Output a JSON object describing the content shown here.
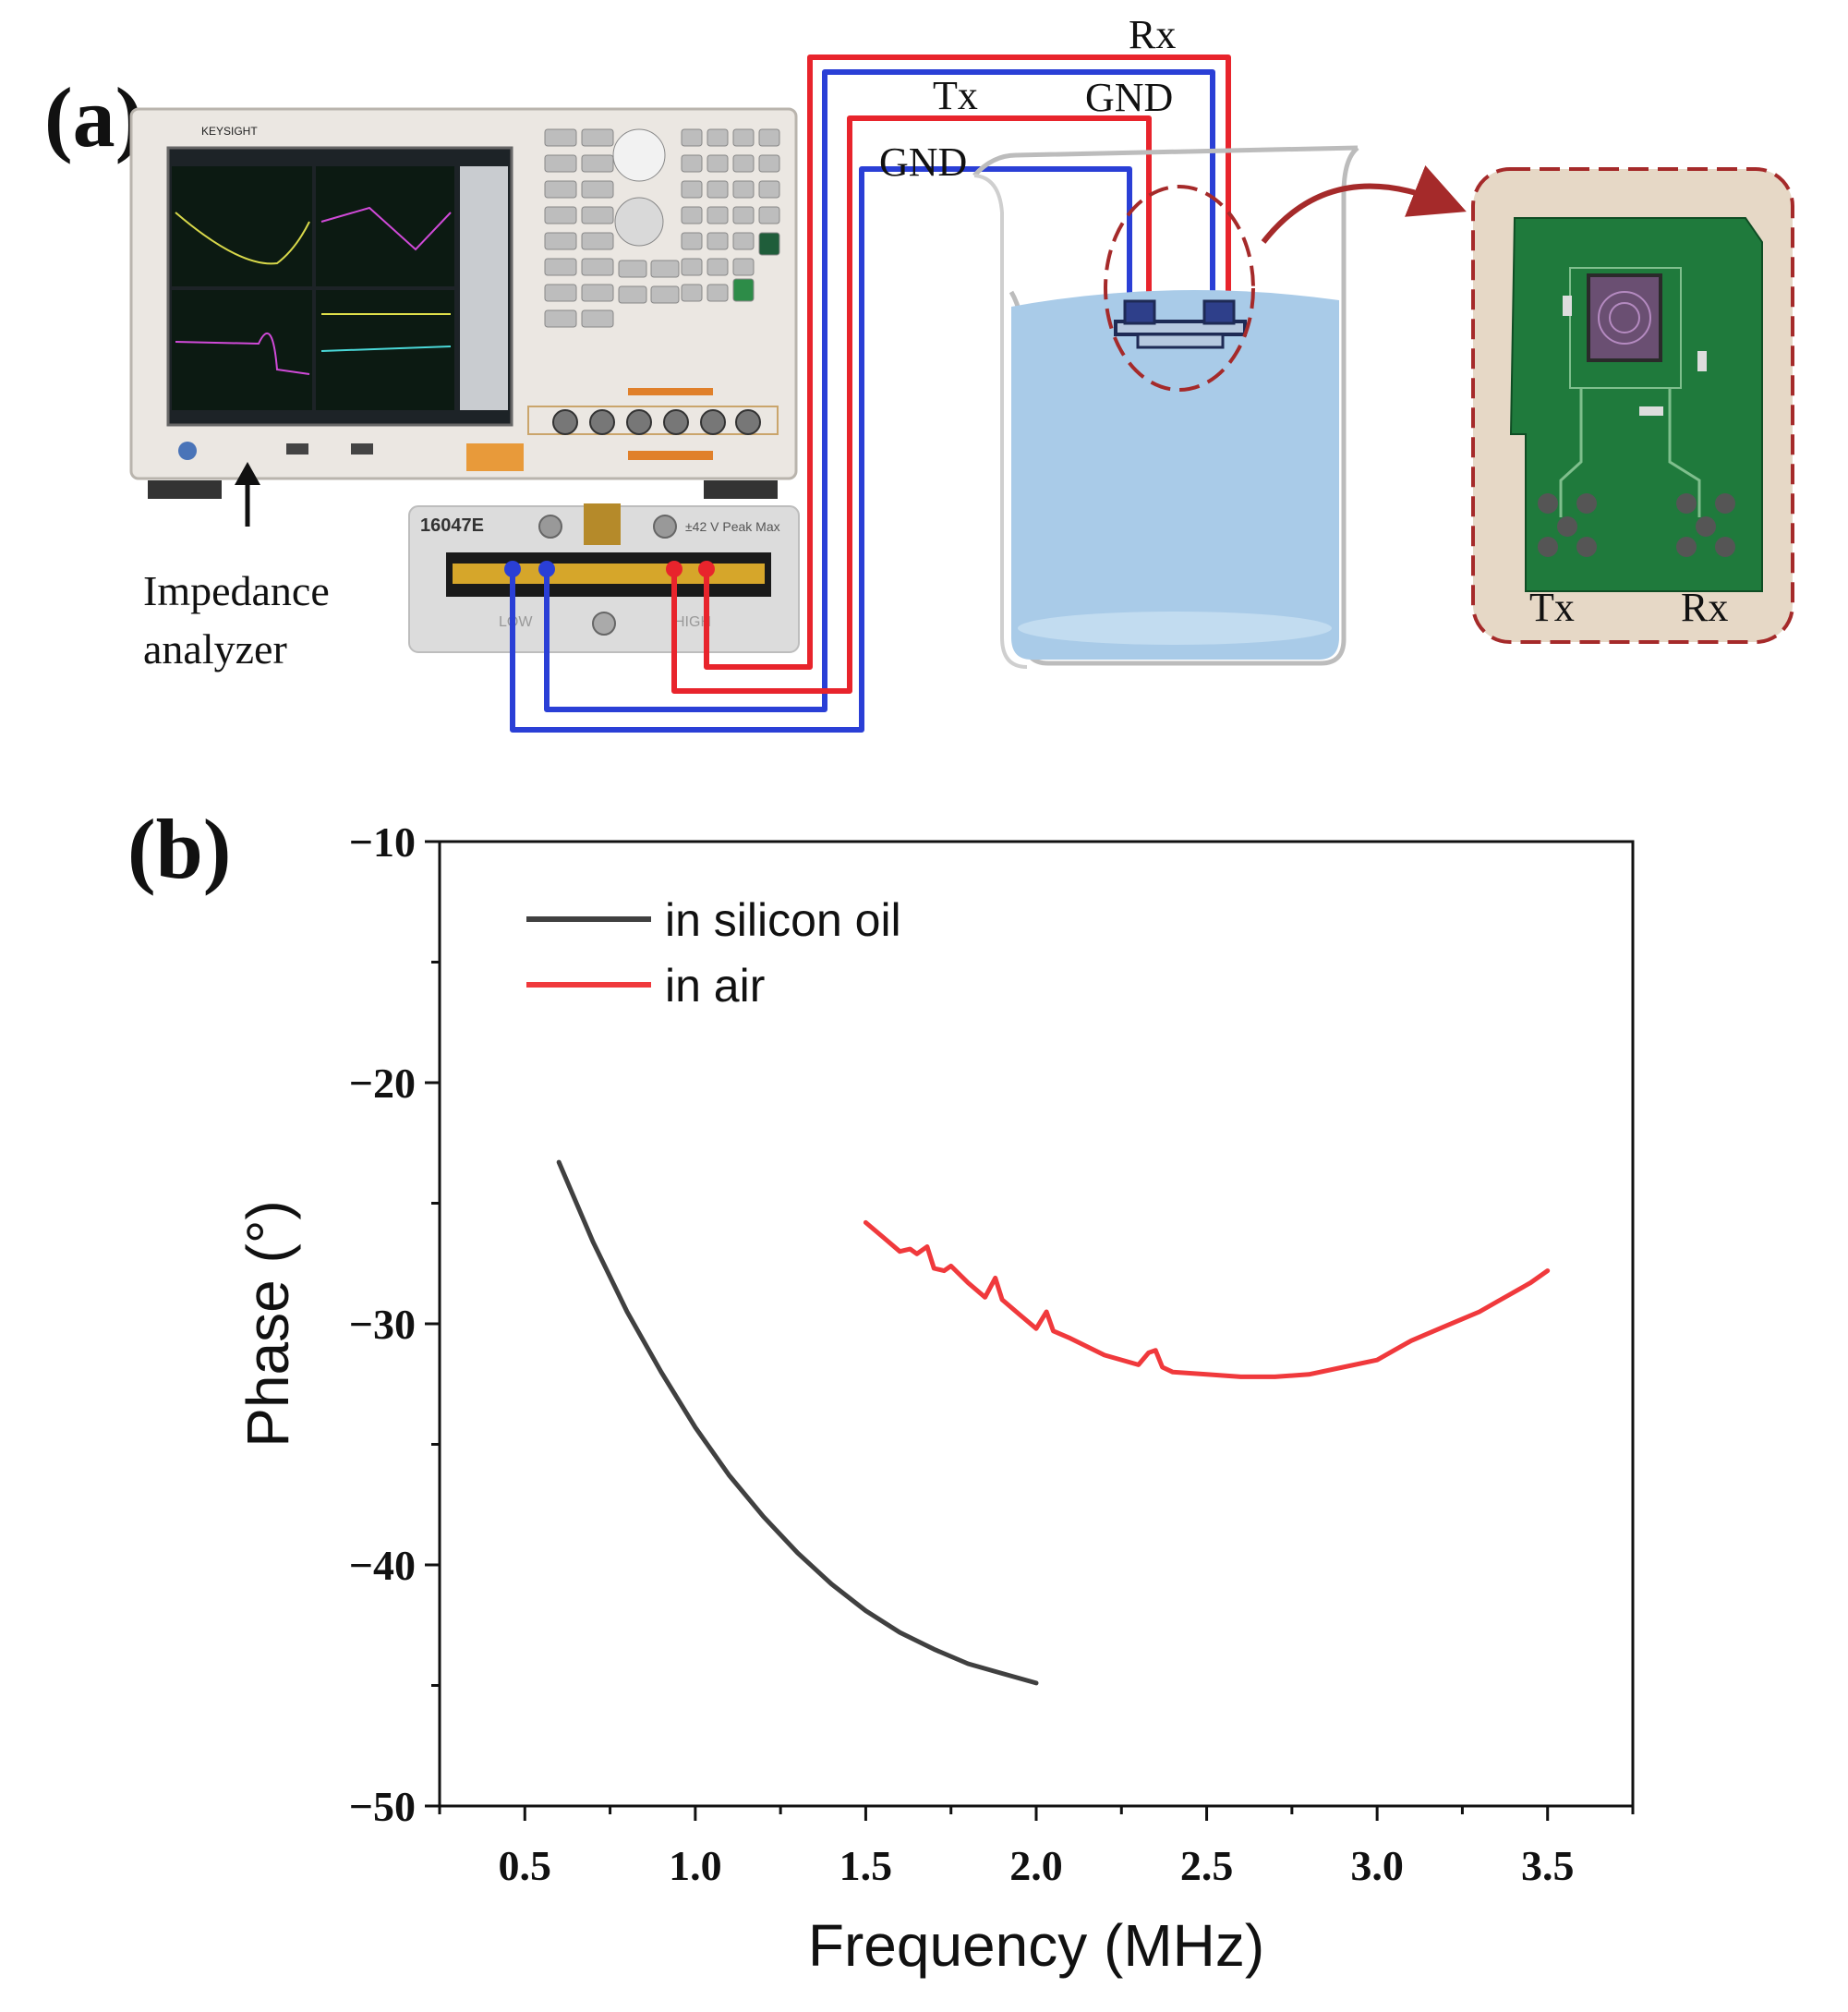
{
  "panel_a": {
    "label": "(a)",
    "analyzer_label_line1": "Impedance",
    "analyzer_label_line2": "analyzer",
    "analyzer_brand": "KEYSIGHT",
    "fixture_model": "16047E",
    "fixture_rating": "±42 V Peak Max",
    "fixture_low": "LOW",
    "fixture_high": "HIGH",
    "wire_labels": {
      "rx": "Rx",
      "tx": "Tx",
      "gnd_outer": "GND",
      "gnd_inner": "GND"
    },
    "pcb_labels": {
      "tx": "Tx",
      "rx": "Rx"
    },
    "colors": {
      "red_wire": "#e8242c",
      "blue_wire": "#2a3fd6",
      "water": "#a9cbe8",
      "pcb": "#1f7a3c",
      "callout": "#a52a2a"
    }
  },
  "chart_data": {
    "type": "line",
    "panel_label": "(b)",
    "xlabel": "Frequency (MHz)",
    "ylabel": "Phase (°)",
    "xlim": [
      0.25,
      3.75
    ],
    "ylim": [
      -50,
      -10
    ],
    "x_ticks": [
      0.5,
      1.0,
      1.5,
      2.0,
      2.5,
      3.0,
      3.5
    ],
    "x_tick_labels": [
      "0.5",
      "1.0",
      "1.5",
      "2.0",
      "2.5",
      "3.0",
      "3.5"
    ],
    "y_ticks": [
      -10,
      -20,
      -30,
      -40,
      -50
    ],
    "y_tick_labels": [
      "−10",
      "−20",
      "−30",
      "−40",
      "−50"
    ],
    "grid": false,
    "legend_position": "top-left",
    "series": [
      {
        "name": "in silicon oil",
        "color": "#404040",
        "x": [
          0.6,
          0.7,
          0.8,
          0.9,
          1.0,
          1.1,
          1.2,
          1.3,
          1.4,
          1.5,
          1.6,
          1.7,
          1.8,
          1.9,
          2.0
        ],
        "y": [
          -23.3,
          -26.6,
          -29.5,
          -32.0,
          -34.3,
          -36.3,
          -38.0,
          -39.5,
          -40.8,
          -41.9,
          -42.8,
          -43.5,
          -44.1,
          -44.5,
          -44.9
        ]
      },
      {
        "name": "in air",
        "color": "#f0393c",
        "x": [
          1.5,
          1.55,
          1.6,
          1.63,
          1.65,
          1.68,
          1.7,
          1.73,
          1.75,
          1.8,
          1.85,
          1.88,
          1.9,
          1.95,
          2.0,
          2.03,
          2.05,
          2.1,
          2.2,
          2.3,
          2.33,
          2.35,
          2.37,
          2.4,
          2.5,
          2.6,
          2.7,
          2.8,
          2.9,
          3.0,
          3.05,
          3.1,
          3.15,
          3.2,
          3.25,
          3.3,
          3.35,
          3.4,
          3.45,
          3.5
        ],
        "y": [
          -25.8,
          -26.4,
          -27.0,
          -26.9,
          -27.1,
          -26.8,
          -27.7,
          -27.8,
          -27.6,
          -28.3,
          -28.9,
          -28.1,
          -29.0,
          -29.6,
          -30.2,
          -29.5,
          -30.3,
          -30.6,
          -31.3,
          -31.7,
          -31.2,
          -31.1,
          -31.8,
          -32.0,
          -32.1,
          -32.2,
          -32.2,
          -32.1,
          -31.8,
          -31.5,
          -31.1,
          -30.7,
          -30.4,
          -30.1,
          -29.8,
          -29.5,
          -29.1,
          -28.7,
          -28.3,
          -27.8
        ]
      }
    ]
  }
}
